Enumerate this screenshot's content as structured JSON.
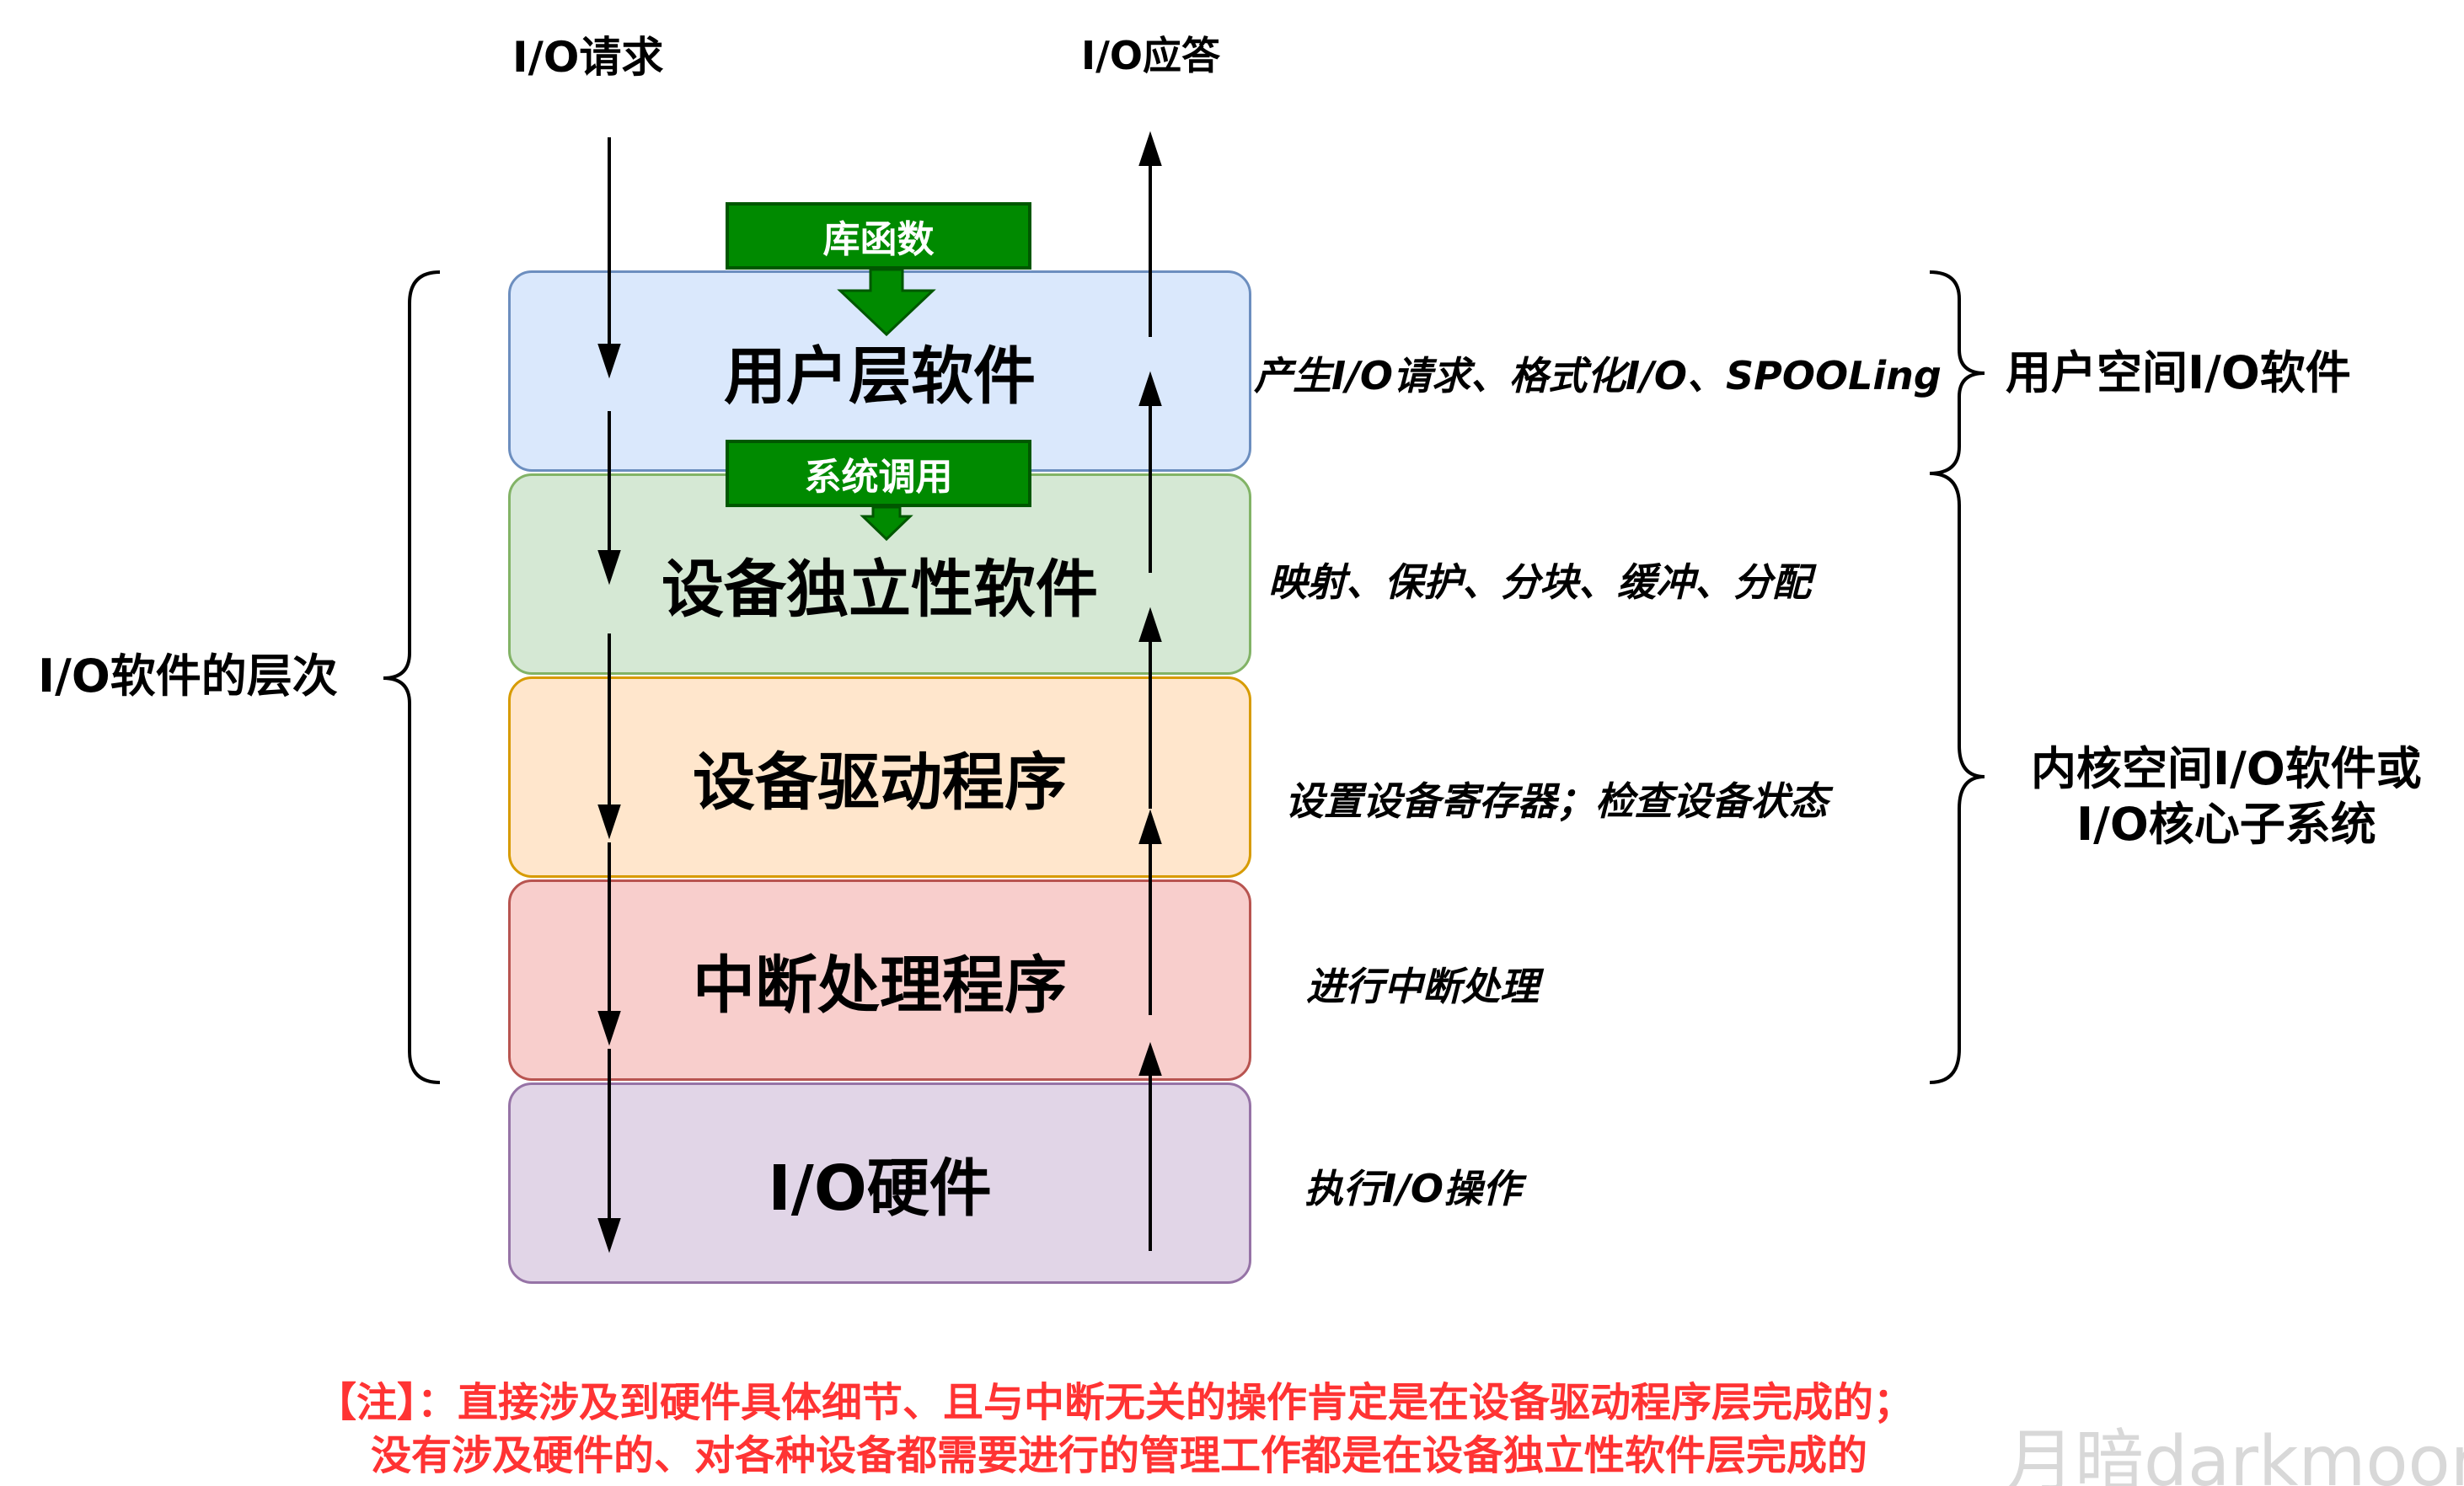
{
  "header": {
    "request": "I/O请求",
    "response": "I/O应答"
  },
  "callouts": {
    "library": "库函数",
    "syscall": "系统调用"
  },
  "layers": [
    {
      "name": "用户层软件",
      "note": "产生I/O请求、格式化I/O、SPOOLing",
      "fill": "#dae8fc",
      "stroke": "#6c8ebf"
    },
    {
      "name": "设备独立性软件",
      "note": "映射、保护、分块、缓冲、分配",
      "fill": "#d5e8d4",
      "stroke": "#82b366"
    },
    {
      "name": "设备驱动程序",
      "note": "设置设备寄存器；检查设备状态",
      "fill": "#ffe6cc",
      "stroke": "#d79b00"
    },
    {
      "name": "中断处理程序",
      "note": "进行中断处理",
      "fill": "#f8cecc",
      "stroke": "#b85450"
    },
    {
      "name": "I/O硬件",
      "note": "执行I/O操作",
      "fill": "#e1d5e7",
      "stroke": "#9673a6"
    }
  ],
  "groups": {
    "left": "I/O软件的层次",
    "user_space": "用户空间I/O软件",
    "kernel_line1": "内核空间I/O软件或",
    "kernel_line2": "I/O核心子系统"
  },
  "footnote": {
    "line1": "【注】：直接涉及到硬件具体细节、且与中断无关的操作肯定是在设备驱动程序层完成的；",
    "line2": "没有涉及硬件的、对各种设备都需要进行的管理工作都是在设备独立性软件层完成的"
  },
  "watermark": "月暗darkmoon"
}
